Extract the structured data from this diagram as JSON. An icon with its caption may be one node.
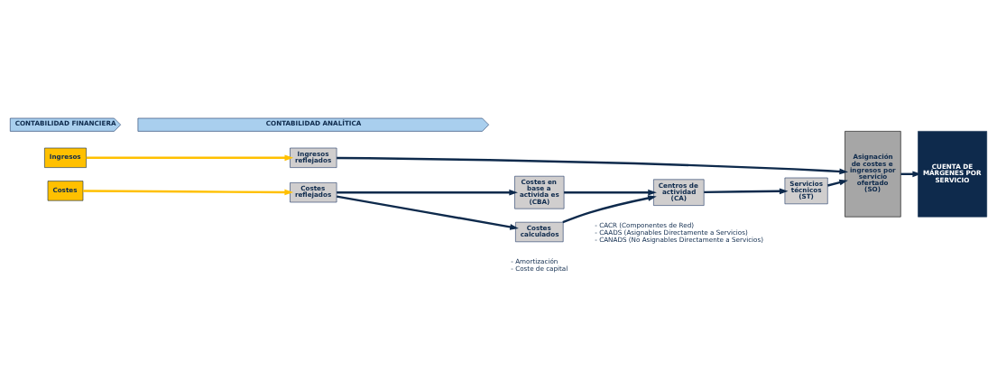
{
  "diagram": {
    "nodes": [
      {
        "text": [
          "CONTABILIDAD FINANCIERA"
        ]
      },
      {
        "text": [
          "CONTABILIDAD ANALÍTICA"
        ]
      },
      {
        "text": [
          "Ingresos"
        ]
      },
      {
        "text": [
          "Ingresos reflejados"
        ]
      },
      {
        "text": [
          "Costes"
        ]
      },
      {
        "text": [
          "Costes reflejados"
        ]
      },
      {
        "text": [
          "Costes en base a activida es (CBA)"
        ]
      },
      {
        "text": [
          "Costes calculados"
        ],
        "beside": [
          "- Amortización",
          "- Coste de capital"
        ]
      },
      {
        "text": [
          "Centros de actividad (CA)"
        ],
        "beside": [
          "- CACR (Componentes de Red)",
          "- CAADS (Asignables Directamente a Servicios)",
          "- CANADS (No Asignables Directamente a Servicios)"
        ]
      },
      {
        "text": [
          "Servicios técnicos (ST)"
        ]
      },
      {
        "text": [
          "Asignación de costes e ingresos por servicio ofertado (SO)"
        ]
      },
      {
        "text": [
          "CUENTA DE MÁRGENES POR SERVICIO"
        ]
      }
    ],
    "edges": [
      {
        "from": 2,
        "to": 3,
        "arrow": "to",
        "color": "#ffc000"
      },
      {
        "from": 4,
        "to": 5,
        "arrow": "to",
        "color": "#ffc000"
      },
      {
        "from": 3,
        "to": 10,
        "arrow": "to"
      },
      {
        "from": 5,
        "to": 6,
        "arrow": "to"
      },
      {
        "from": 5,
        "to": 7,
        "arrow": "to"
      },
      {
        "from": 6,
        "to": 8,
        "arrow": "to"
      },
      {
        "from": 7,
        "to": 8,
        "arrow": "to"
      },
      {
        "from": 8,
        "to": 9,
        "arrow": "to"
      },
      {
        "from": 9,
        "to": 10,
        "arrow": "to"
      },
      {
        "from": 10,
        "to": 11,
        "arrow": "to"
      }
    ]
  }
}
